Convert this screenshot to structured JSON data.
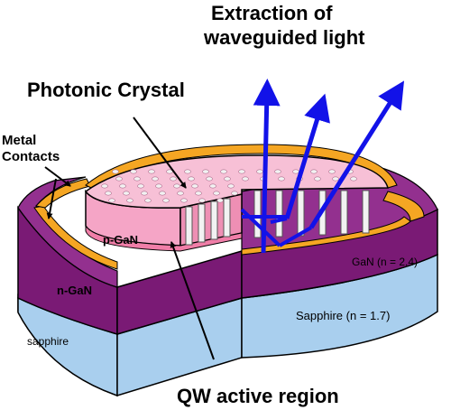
{
  "labels": {
    "extraction_line1": "Extraction of",
    "extraction_line2": "waveguided light",
    "photonic_crystal": "Photonic Crystal",
    "metal_line1": "Metal",
    "metal_line2": "Contacts",
    "p_gan": "p-GaN",
    "n_gan": "n-GaN",
    "gan_index": "GaN (n = 2.4)",
    "sapphire_index": "Sapphire (n = 1.7)",
    "sapphire": "sapphire",
    "qw_region": "QW active region"
  },
  "colors": {
    "sapphire": "#a9cfee",
    "sapphire_top": "#c5e0f6",
    "n_gan": "#7a1a75",
    "n_gan_top": "#93308f",
    "p_gan": "#f5a5c6",
    "p_gan_top": "#f7c0d6",
    "metal": "#f5a623",
    "arrow": "#1212e8",
    "pillar": "#f2f2f2"
  },
  "icons": {
    "light_arrows": "blue-arrow-icon"
  }
}
